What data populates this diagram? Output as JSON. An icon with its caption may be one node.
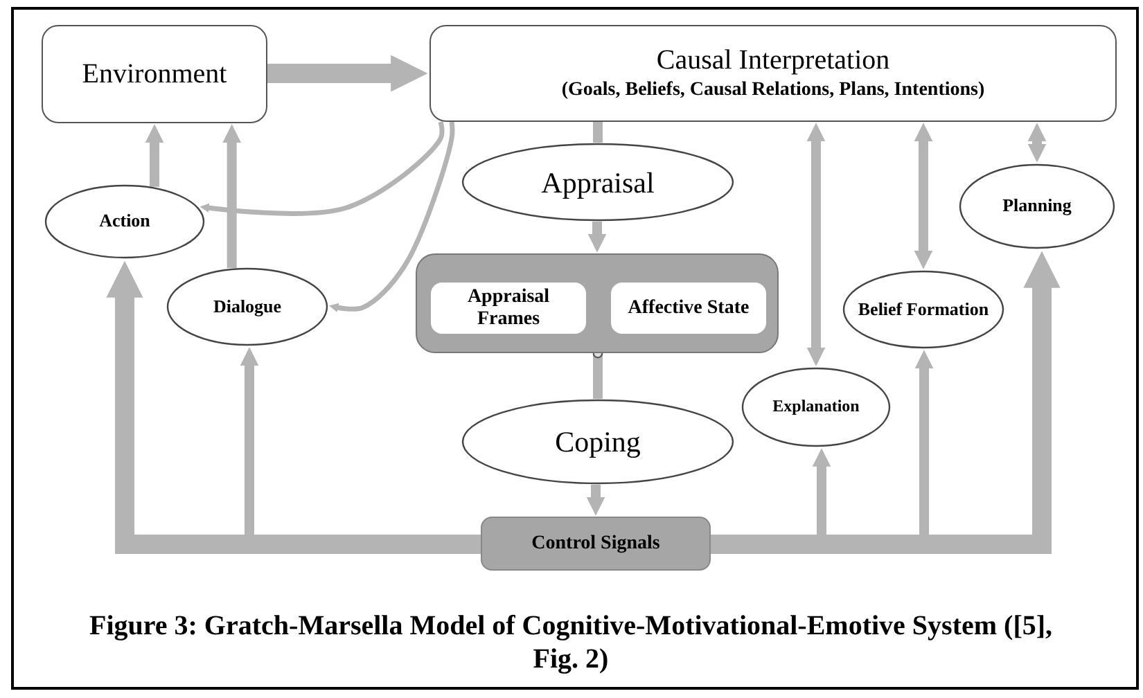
{
  "diagram": {
    "caption": "Figure 3: Gratch-Marsella Model of Cognitive-Motivational-Emotive System ([5], Fig. 2)",
    "nodes": [
      {
        "text": [
          "Environment"
        ]
      },
      {
        "text": [
          "Causal Interpretation",
          "(Goals, Beliefs, Causal Relations, Plans, Intentions)"
        ]
      },
      {
        "text": [
          "Action"
        ]
      },
      {
        "text": [
          "Appraisal"
        ]
      },
      {
        "text": [
          "Dialogue"
        ]
      },
      {
        "text": [
          "Planning"
        ]
      },
      {
        "text": [
          "Belief Formation"
        ]
      },
      {
        "text": [],
        "shape": "box"
      },
      {
        "text": [
          "Appraisal Frames"
        ],
        "in": 7
      },
      {
        "text": [
          "Affective State"
        ],
        "in": 7
      },
      {
        "text": [
          "Explanation"
        ]
      },
      {
        "text": [
          "Coping"
        ]
      },
      {
        "text": [
          "Control Signals"
        ]
      }
    ],
    "edges": [
      {
        "from": 0,
        "to": 1,
        "arrow": "to",
        "style": "thick"
      },
      {
        "from": 1,
        "to": 2,
        "arrow": "to"
      },
      {
        "from": 1,
        "to": 4,
        "arrow": "to"
      },
      {
        "from": 1,
        "to": 3,
        "arrow": "none"
      },
      {
        "from": 3,
        "to": 7,
        "arrow": "to"
      },
      {
        "from": 7,
        "to": 11,
        "arrow": "other"
      },
      {
        "from": 11,
        "to": 12,
        "arrow": "to"
      },
      {
        "from": 2,
        "to": 0,
        "arrow": "to"
      },
      {
        "from": 4,
        "to": 0,
        "arrow": "to"
      },
      {
        "from": 12,
        "to": 2,
        "arrow": "to",
        "style": "thick"
      },
      {
        "from": 12,
        "to": 4,
        "arrow": "to"
      },
      {
        "from": 12,
        "to": 10,
        "arrow": "to"
      },
      {
        "from": 12,
        "to": 6,
        "arrow": "to"
      },
      {
        "from": 12,
        "to": 5,
        "arrow": "to",
        "style": "thick"
      },
      {
        "from": 1,
        "to": 10,
        "arrow": "both"
      },
      {
        "from": 1,
        "to": 6,
        "arrow": "both"
      },
      {
        "from": 1,
        "to": 5,
        "arrow": "both"
      }
    ]
  }
}
